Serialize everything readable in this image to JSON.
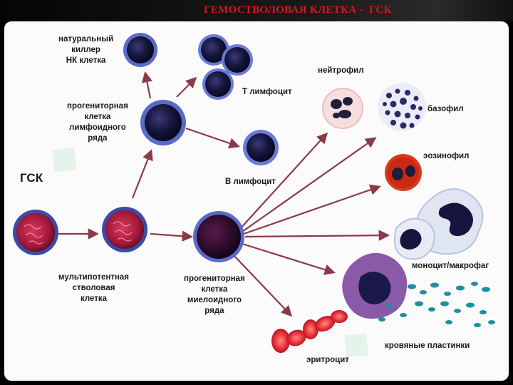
{
  "title": "ГЕМОСТВОЛОВАЯ КЛЕТКА -  ГСК",
  "labels": {
    "gsk": "ГСК",
    "multipotent": [
      "мультипотентная",
      "стволовая",
      "клетка"
    ],
    "nk": [
      "натуральный",
      "киллер",
      "НК клетка"
    ],
    "lymphoid_progenitor": [
      "прогениторная",
      "клетка",
      "лимфоидного",
      "ряда"
    ],
    "t_lymphocyte": "Т лимфоцит",
    "b_lymphocyte": "В лимфоцит",
    "myeloid_progenitor": [
      "прогениторная",
      "клетка",
      "миелоидного",
      "ряда"
    ],
    "neutrophil": "нейтрофил",
    "basophil": "базофил",
    "eosinophil": "эозинофил",
    "monocyte_macrophage": "моноцит/макрофаг",
    "platelets": "кровяные пластинки",
    "erythrocyte": "эритроцит"
  },
  "colors": {
    "title": "#d81818",
    "arrow": "#8b3a48",
    "cell_dark": "#15153d",
    "cell_rim": "#4a5bb8",
    "cell_red": "#a0183a",
    "eosinophil": "#d83a1a",
    "platelet": "#1f8fa0"
  }
}
